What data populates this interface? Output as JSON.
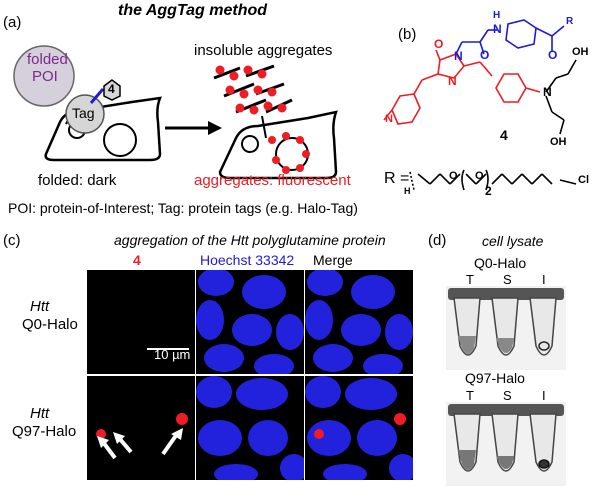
{
  "panel_a": {
    "label": "(a)",
    "title": "the AggTag method",
    "poi_line1": "folded",
    "poi_line2": "POI",
    "tag_label": "Tag",
    "compound_number": "4",
    "aggregates_label": "insoluble aggregates",
    "folded_caption": "folded: dark",
    "aggregates_caption": "aggregates: fluorescent",
    "footnote": "POI: protein-of-Interest; Tag: protein tags (e.g. Halo-Tag)"
  },
  "panel_b": {
    "label": "(b)",
    "compound_number": "4",
    "r_prefix": "R =",
    "r_subscript": "2",
    "atom_labels": [
      "O",
      "N",
      "N",
      "O",
      "N",
      "H",
      "R",
      "O",
      "N",
      "OH",
      "OH",
      "N",
      "H",
      "O",
      "O",
      "Cl"
    ]
  },
  "panel_c": {
    "label": "(c)",
    "title": "aggregation of the Htt polyglutamine protein",
    "columns": [
      "4",
      "Hoechst 33342",
      "Merge"
    ],
    "row1_line1": "Htt",
    "row1_line2": "Q0-Halo",
    "row2_line1": "Htt",
    "row2_line2": "Q97-Halo",
    "scale_bar": "10 µm"
  },
  "panel_d": {
    "label": "(d)",
    "title": "cell lysate",
    "group1": "Q0-Halo",
    "group2": "Q97-Halo",
    "tube_labels": [
      "T",
      "S",
      "I"
    ]
  },
  "colors": {
    "red": "#ee1c24",
    "blue": "#1f1ad6",
    "purple": "#7b2a8c",
    "nucleus": "#2222dd"
  }
}
